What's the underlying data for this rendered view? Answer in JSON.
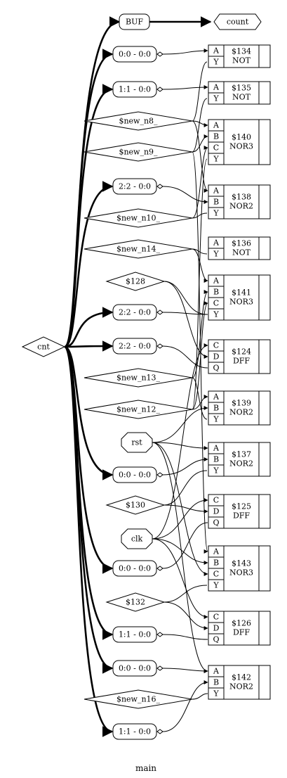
{
  "module_name": "main",
  "ports": {
    "cnt": "cnt",
    "count": "count",
    "rst": "rst",
    "clk": "clk"
  },
  "buffer": {
    "label": "BUF"
  },
  "slices": [
    "0:0 - 0:0",
    "1:1 - 0:0",
    "2:2 - 0:0",
    "2:2 - 0:0",
    "2:2 - 0:0",
    "0:0 - 0:0",
    "0:0 - 0:0",
    "1:1 - 0:0",
    "0:0 - 0:0",
    "1:1 - 0:0"
  ],
  "signals": [
    "$new_n8_",
    "$new_n9_",
    "$new_n10_",
    "$new_n14_",
    "$128",
    "$new_n13_",
    "$new_n12_",
    "$130",
    "$132",
    "$new_n16_"
  ],
  "cells": [
    {
      "id": "$134",
      "type": "NOT",
      "pins": [
        "A",
        "Y"
      ]
    },
    {
      "id": "$135",
      "type": "NOT",
      "pins": [
        "A",
        "Y"
      ]
    },
    {
      "id": "$140",
      "type": "NOR3",
      "pins": [
        "A",
        "B",
        "C",
        "Y"
      ]
    },
    {
      "id": "$138",
      "type": "NOR2",
      "pins": [
        "A",
        "B",
        "Y"
      ]
    },
    {
      "id": "$136",
      "type": "NOT",
      "pins": [
        "A",
        "Y"
      ]
    },
    {
      "id": "$141",
      "type": "NOR3",
      "pins": [
        "A",
        "B",
        "C",
        "Y"
      ]
    },
    {
      "id": "$124",
      "type": "DFF",
      "pins": [
        "C",
        "D",
        "Q"
      ]
    },
    {
      "id": "$139",
      "type": "NOR2",
      "pins": [
        "A",
        "B",
        "Y"
      ]
    },
    {
      "id": "$137",
      "type": "NOR2",
      "pins": [
        "A",
        "B",
        "Y"
      ]
    },
    {
      "id": "$125",
      "type": "DFF",
      "pins": [
        "C",
        "D",
        "Q"
      ]
    },
    {
      "id": "$143",
      "type": "NOR3",
      "pins": [
        "A",
        "B",
        "C",
        "Y"
      ]
    },
    {
      "id": "$126",
      "type": "DFF",
      "pins": [
        "C",
        "D",
        "Q"
      ]
    },
    {
      "id": "$142",
      "type": "NOR2",
      "pins": [
        "A",
        "B",
        "Y"
      ]
    }
  ]
}
